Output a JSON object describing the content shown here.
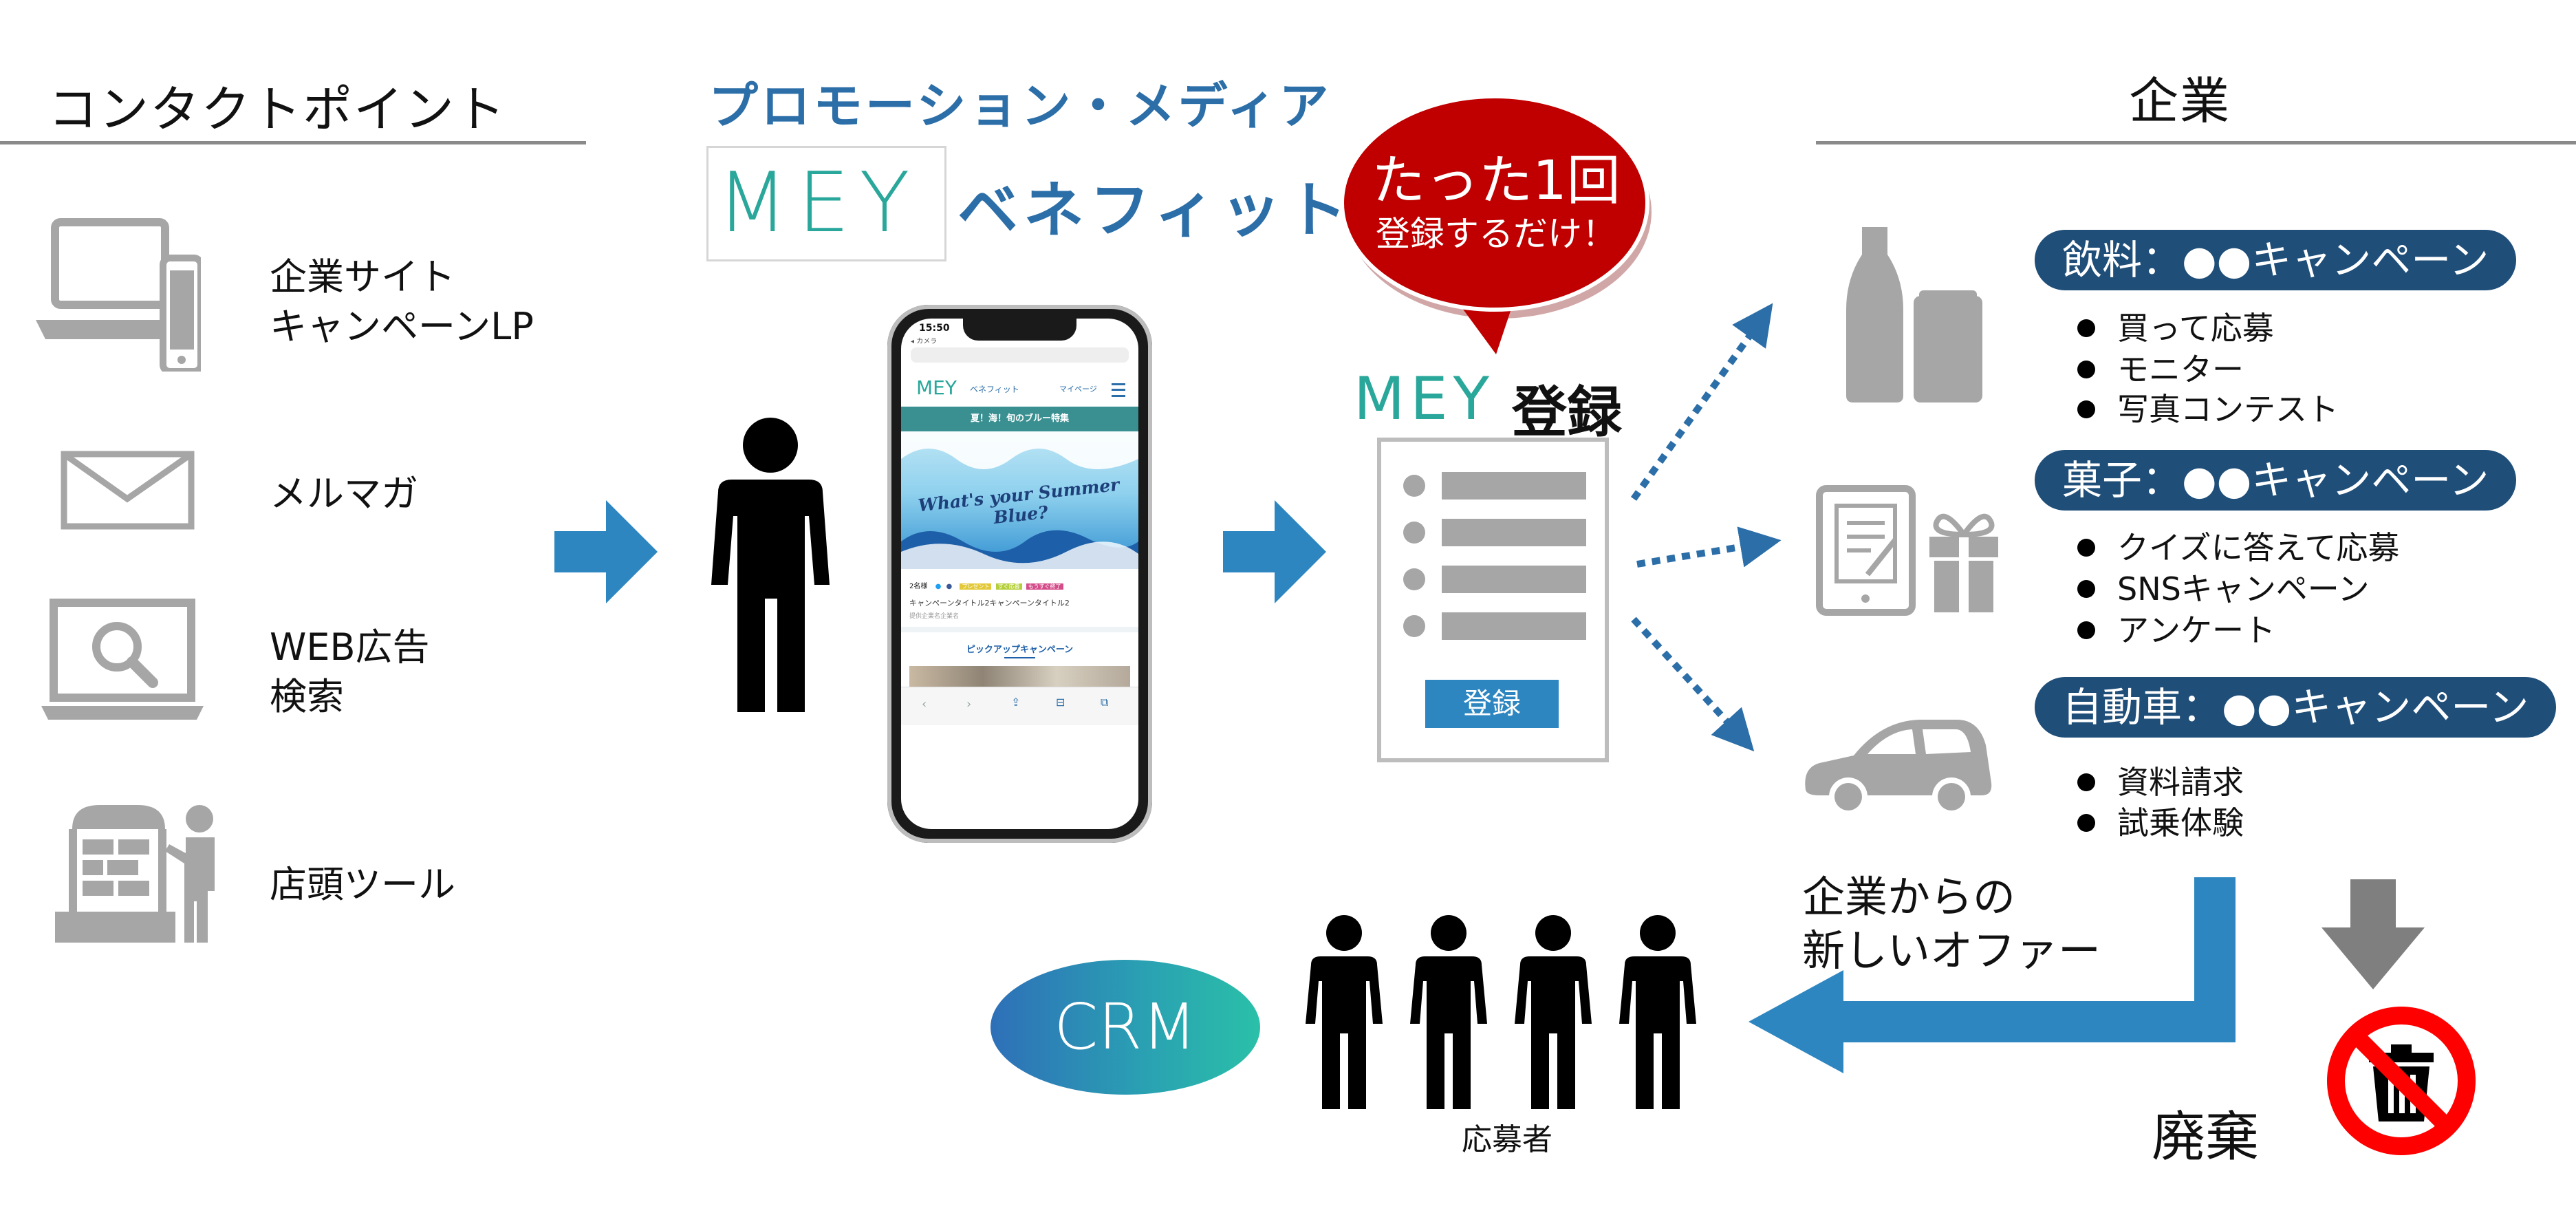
{
  "contact_points": {
    "title": "コンタクトポイント",
    "items": [
      {
        "icon": "laptop-phone-icon",
        "label_line1": "企業サイト",
        "label_line2": "キャンペーンLP"
      },
      {
        "icon": "envelope-icon",
        "label_line1": "メルマガ",
        "label_line2": ""
      },
      {
        "icon": "monitor-search-icon",
        "label_line1": "WEB広告",
        "label_line2": "検索"
      },
      {
        "icon": "storefront-person-icon",
        "label_line1": "店頭ツール",
        "label_line2": ""
      }
    ]
  },
  "promo": {
    "title": "プロモーション・メディア",
    "logo_text": "MEY",
    "logo_sub": "ベネフィット"
  },
  "phone_screen": {
    "time": "15:50",
    "camera_label": "◂ カメラ",
    "logo": "MEY",
    "logo_sub": "ベネフィット",
    "menu": "マイページ",
    "banner": "夏！海！旬のブルー特集",
    "hero_text": "What's your Summer Blue?",
    "share_label": "2名様",
    "tags": [
      "プレゼント",
      "すぐ応募",
      "もうすぐ終了"
    ],
    "campaign_title": "キャンペーンタイトル2キャンペーンタイトル2",
    "campaign_sub": "提供企業名企業名",
    "pickup": "ピックアップキャンペーン"
  },
  "bubble": {
    "line1": "たった1回",
    "line2": "登録するだけ！"
  },
  "registration": {
    "logo": "MEY",
    "title": "登録",
    "button": "登録"
  },
  "company": {
    "title": "企業",
    "groups": [
      {
        "icon": "bottle-can-icon",
        "pill": "飲料：●●キャンペーン",
        "bullets": [
          "買って応募",
          "モニター",
          "写真コンテスト"
        ]
      },
      {
        "icon": "tablet-gift-icon",
        "pill": "菓子：●●キャンペーン",
        "bullets": [
          "クイズに答えて応募",
          "SNSキャンペーン",
          "アンケート"
        ]
      },
      {
        "icon": "car-icon",
        "pill": "自動車：●●キャンペーン",
        "bullets": [
          "資料請求",
          "試乗体験"
        ]
      }
    ]
  },
  "offer": {
    "line1": "企業からの",
    "line2": "新しいオファー"
  },
  "applicants_label": "応募者",
  "crm_label": "CRM",
  "disposal_label": "廃棄",
  "colors": {
    "arrow_blue": "#2e86c1",
    "pill_navy": "#1f4e79",
    "bubble_red": "#c00000",
    "icon_gray": "#a6a6a6",
    "crm_from": "#2e6fb8",
    "crm_to": "#2ac0a8",
    "logo_teal": "#2aa79b"
  }
}
